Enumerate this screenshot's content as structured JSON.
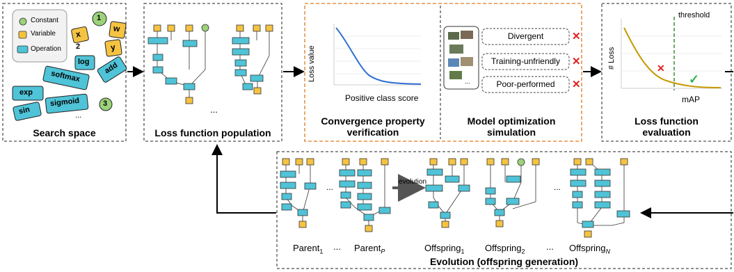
{
  "panels": {
    "search_space": {
      "title": "Search space"
    },
    "population": {
      "title": "Loss function population",
      "ellipsis": "..."
    },
    "convergence": {
      "title_line1": "Convergence property",
      "title_line2": "verification"
    },
    "simulation": {
      "title_line1": "Model optimization",
      "title_line2": "simulation"
    },
    "evaluation": {
      "title_line1": "Loss function",
      "title_line2": "evaluation"
    },
    "evolution": {
      "title": "Evolution (offspring generation)"
    }
  },
  "legend": {
    "constant": "Constant",
    "variable": "Variable",
    "operation": "Operation"
  },
  "search_space_tokens": {
    "ops": [
      "log",
      "softmax",
      "add",
      "exp",
      "sigmoid",
      "sin"
    ],
    "variables": [
      "x",
      "w",
      "y"
    ],
    "constants": [
      "1",
      "2",
      "3"
    ],
    "ellipsis": "..."
  },
  "convergence_chart": {
    "ylabel": "Loss value",
    "xlabel": "Positive class score"
  },
  "simulation_outcomes": [
    "Divergent",
    "Training-unfriendly",
    "Poor-performed"
  ],
  "simulation_ellipsis": "...",
  "evaluation_chart": {
    "ylabel": "# Loss",
    "xlabel": "mAP",
    "threshold": "threshold"
  },
  "evolution": {
    "arrow_label": "evolution",
    "labels": {
      "parent1": "Parent",
      "parent1_sub": "1",
      "parentP": "Parent",
      "parentP_sub": "P",
      "off1": "Offspring",
      "off1_sub": "1",
      "off2": "Offspring",
      "off2_sub": "2",
      "offN": "Offspring",
      "offN_sub": "N"
    },
    "ellipsis": "..."
  },
  "colors": {
    "variable": "#f5c342",
    "constant": "#9bd27a",
    "operation": "#4fc3d7",
    "curve_blue": "#2f6fd0",
    "curve_gold": "#c79a00",
    "cross": "#e02020",
    "check": "#2cb34a",
    "dashed_orange": "#e07a1f",
    "threshold": "#3b8a3b"
  }
}
